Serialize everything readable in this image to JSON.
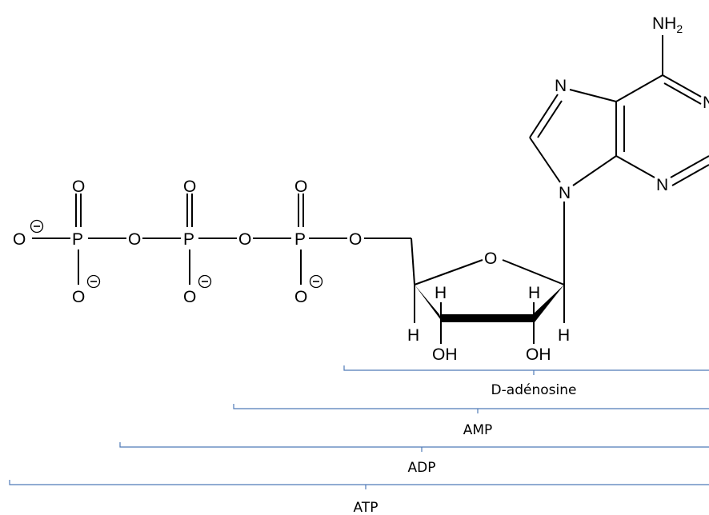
{
  "molecule": {
    "phosphate_atom": "P",
    "oxygen_atom": "O",
    "nitrogen_atom": "N",
    "hydrogen_atom": "H",
    "hydroxyl_group": "OH",
    "amine_main": "NH",
    "amine_subscript": "2"
  },
  "brackets": [
    {
      "label": "D-adénosine"
    },
    {
      "label": "AMP"
    },
    {
      "label": "ADP"
    },
    {
      "label": "ATP"
    }
  ],
  "colors": {
    "bracket": "#4f7ab8",
    "structure": "#000000"
  }
}
